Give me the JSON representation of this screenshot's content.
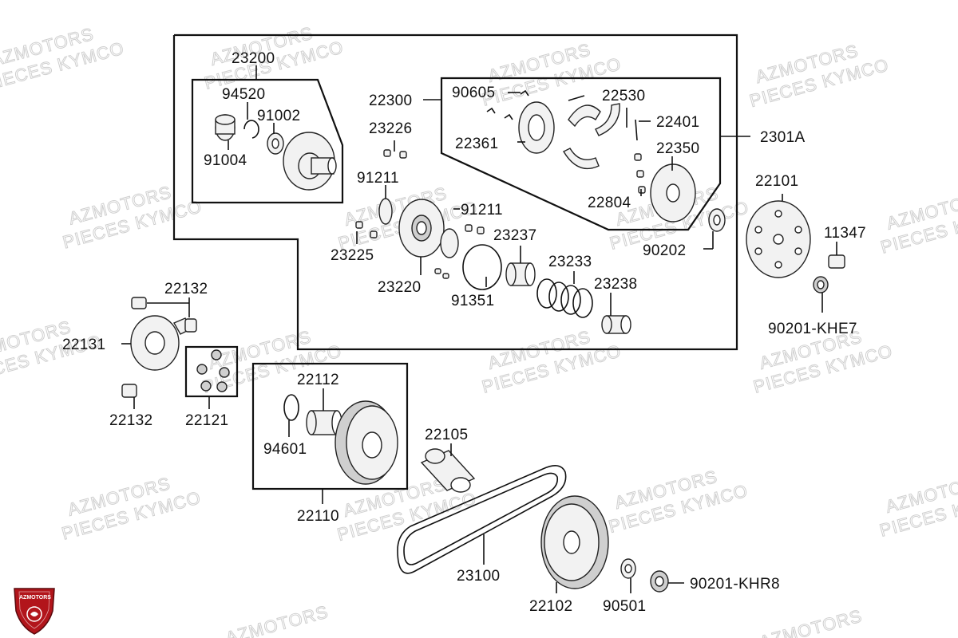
{
  "watermark": {
    "line1": "AZMOTORS",
    "line2": "PIECES KYMCO"
  },
  "logo": {
    "text": "AZMOTORS",
    "color": "#b2151b"
  },
  "labels": {
    "p23200": "23200",
    "p94520": "94520",
    "p91002": "91002",
    "p91004": "91004",
    "p22300": "22300",
    "p90605": "90605",
    "p22530": "22530",
    "p22401": "22401",
    "p2301A": "2301A",
    "p22361": "22361",
    "p22350": "22350",
    "p23226": "23226",
    "p91211a": "91211",
    "p22804": "22804",
    "p91211b": "91211",
    "p23237": "23237",
    "p90202": "90202",
    "p23225": "23225",
    "p23233": "23233",
    "p23220": "23220",
    "p91351": "91351",
    "p23238": "23238",
    "p22101": "22101",
    "p11347": "11347",
    "p90201khe7": "90201-KHE7",
    "p22132a": "22132",
    "p22131": "22131",
    "p22112": "22112",
    "p22132b": "22132",
    "p22121": "22121",
    "p94601": "94601",
    "p22105": "22105",
    "p22110": "22110",
    "p23100": "23100",
    "p90201khr8": "90201-KHR8",
    "p22102": "22102",
    "p90501": "90501"
  }
}
